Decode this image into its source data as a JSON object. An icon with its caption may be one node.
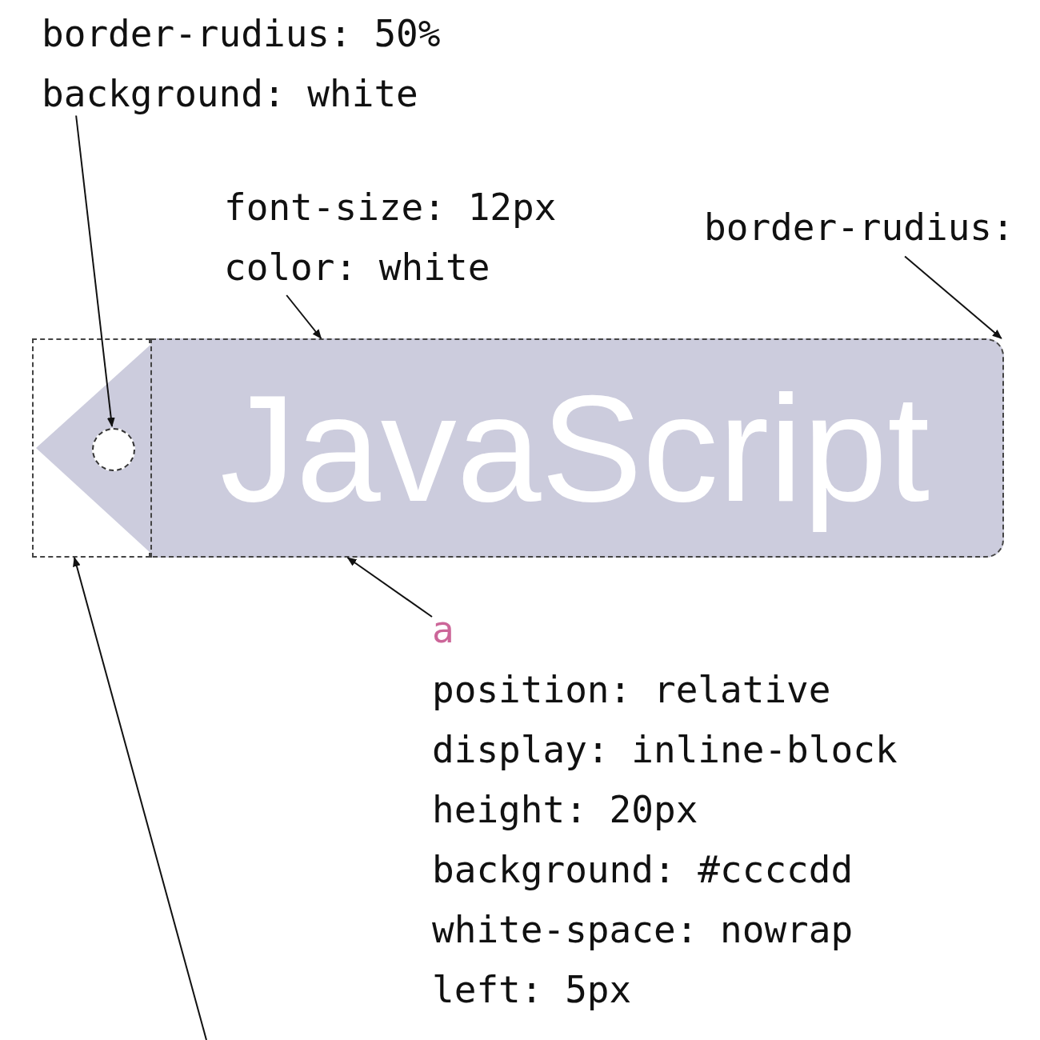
{
  "diagram": {
    "nodes": [
      {
        "text": [
          "border-rudius: 50%",
          "background: white"
        ]
      },
      {
        "text": [
          "font-size: 12px",
          "color: white"
        ]
      },
      {
        "text": [
          "border-rudius:"
        ]
      },
      {
        "text": [],
        "shape": "box"
      },
      {
        "text": [],
        "shape": "circle",
        "in": 3
      },
      {
        "text": [
          "JavaScript"
        ]
      },
      {
        "text": [
          "a",
          "position: relative",
          "display: inline-block",
          "height: 20px",
          "background: #ccccdd",
          "white-space: nowrap",
          "left: 5px"
        ]
      }
    ],
    "edges": [
      {
        "from": 0,
        "to": 4,
        "arrow": "to"
      },
      {
        "from": 1,
        "to": 5,
        "arrow": "to"
      },
      {
        "from": 2,
        "to": 5,
        "arrow": "to"
      },
      {
        "from": 6,
        "to": 5,
        "arrow": "to"
      },
      {
        "from": null,
        "to": 3,
        "arrow": "to"
      }
    ]
  }
}
